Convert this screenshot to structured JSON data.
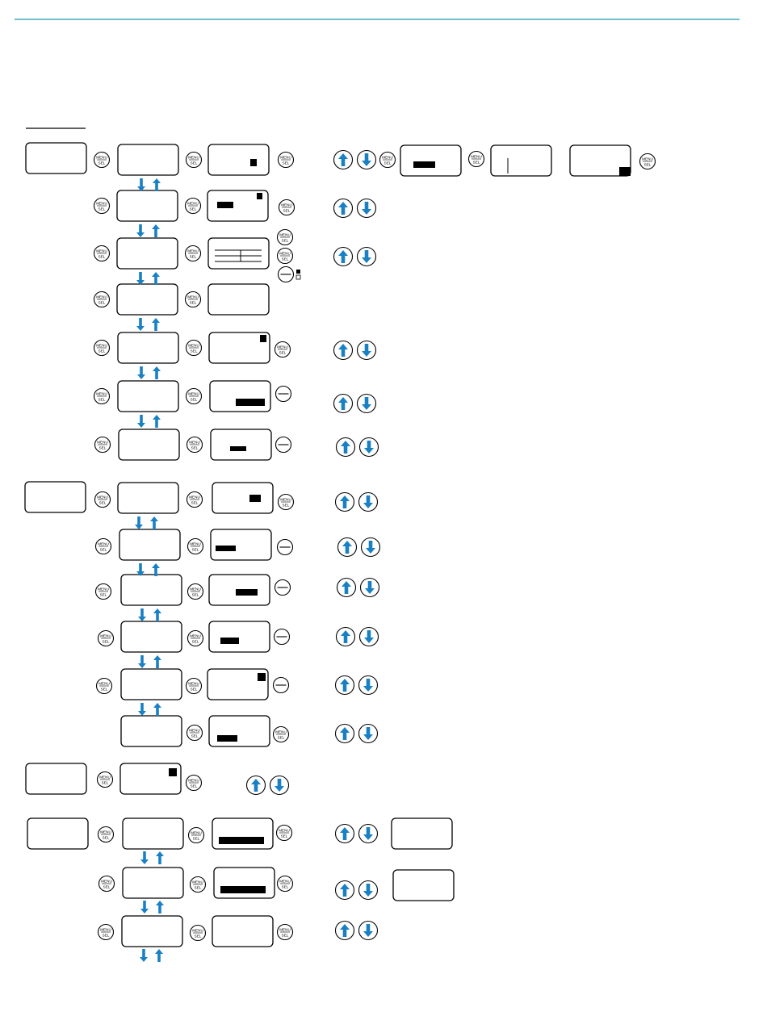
{
  "colors": {
    "accent": "#1a9aa8",
    "arrow": "#1a80c4",
    "ink": "#000000"
  },
  "button_text": {
    "top": "MENU",
    "bottom": "SEL"
  },
  "icons": {
    "menu_sel_button": "menu-sel-button-icon",
    "up_arrow": "up-arrow-button-icon",
    "down_arrow": "down-arrow-button-icon",
    "minus_button": "minus-button-icon",
    "nav_arrows": "down-up-arrows-icon"
  },
  "diagram": {
    "sections": 4,
    "description_text": []
  }
}
